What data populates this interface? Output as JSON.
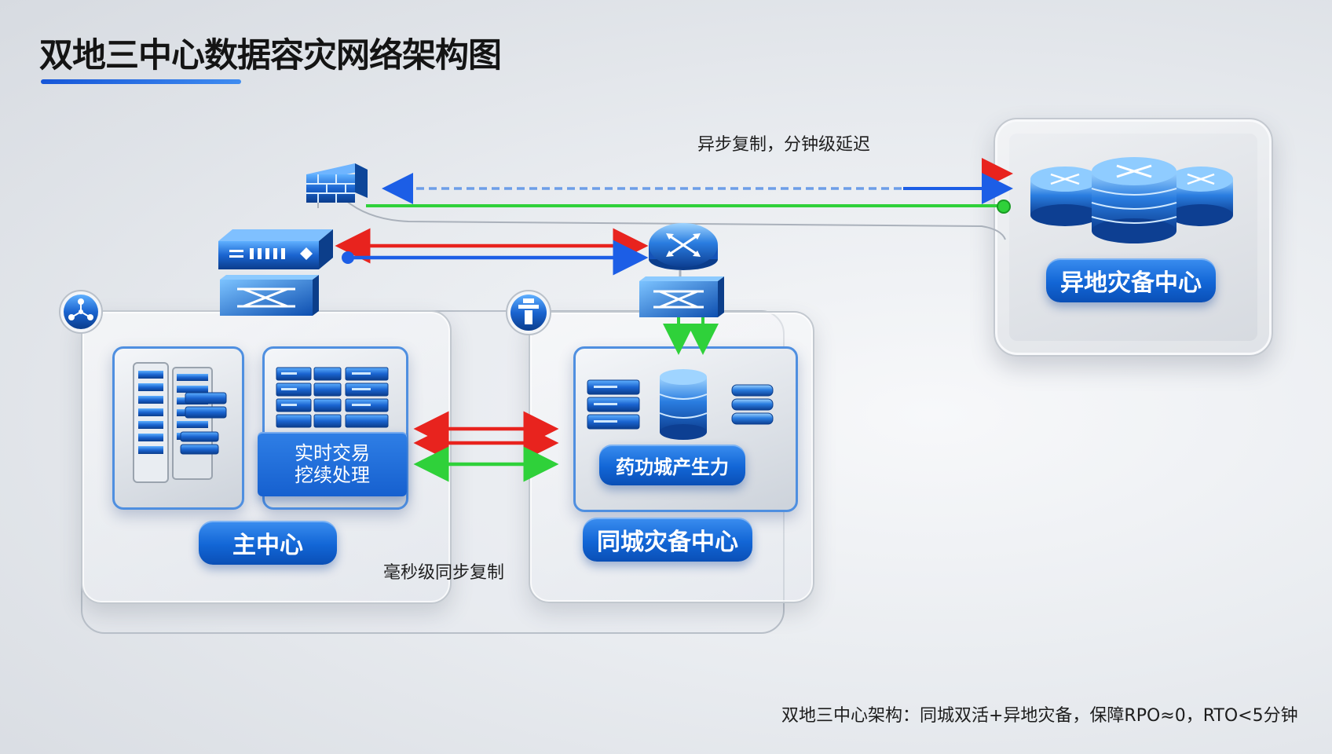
{
  "title": "双地三中心数据容灾网络架构图",
  "captions": {
    "async_replication": "异步复制，分钟级延迟",
    "sync_replication": "毫秒级同步复制"
  },
  "centers": {
    "main": {
      "label": "主中心"
    },
    "main_realtime": {
      "line1": "实时交易",
      "line2": "挖续处理"
    },
    "same_city": {
      "label": "同城灾备中心"
    },
    "same_city_production": {
      "label": "药功城产生力"
    },
    "remote": {
      "label": "异地灾备中心"
    }
  },
  "footer_note": "双地三中心架构：同城双活+异地灾备，保障RPO≈0，RTO<5分钟",
  "colors": {
    "link_red": "#e8231e",
    "link_blue": "#1c5ee6",
    "link_green": "#2fd13a",
    "accent": "#1266d6"
  },
  "icons": [
    "firewall-icon",
    "load-balancer-icon",
    "switch-icon",
    "router-icon",
    "cluster-node-icon",
    "rack-server-icon",
    "database-icon",
    "storage-stack-icon"
  ]
}
